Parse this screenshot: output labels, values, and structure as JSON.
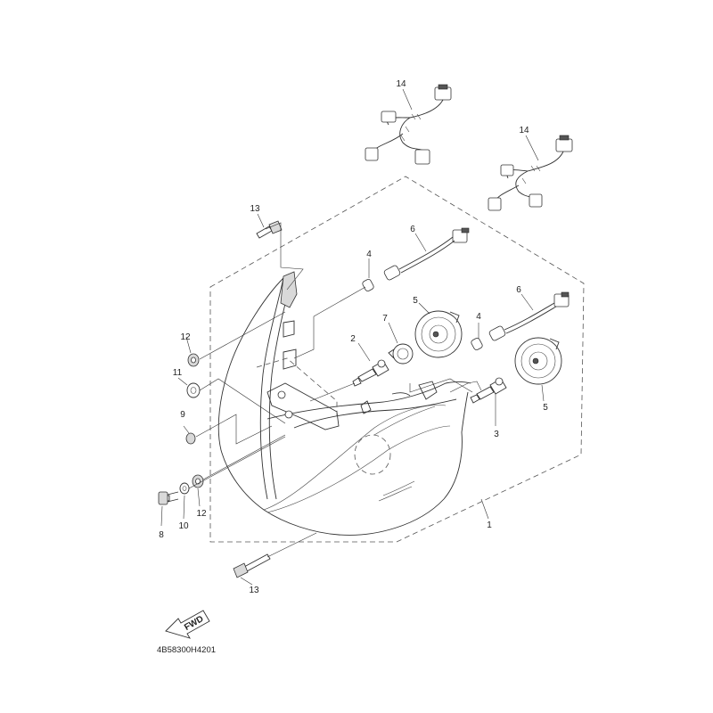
{
  "callouts": {
    "c1": "1",
    "c2": "2",
    "c3": "3",
    "c4a": "4",
    "c4b": "4",
    "c5a": "5",
    "c5b": "5",
    "c6a": "6",
    "c6b": "6",
    "c7": "7",
    "c8": "8",
    "c9": "9",
    "c10": "10",
    "c11": "11",
    "c12a": "12",
    "c12b": "12",
    "c13a": "13",
    "c13b": "13",
    "c14a": "14",
    "c14b": "14"
  },
  "fwd_label": "FWD",
  "diagram_code": "4B58300H4201"
}
